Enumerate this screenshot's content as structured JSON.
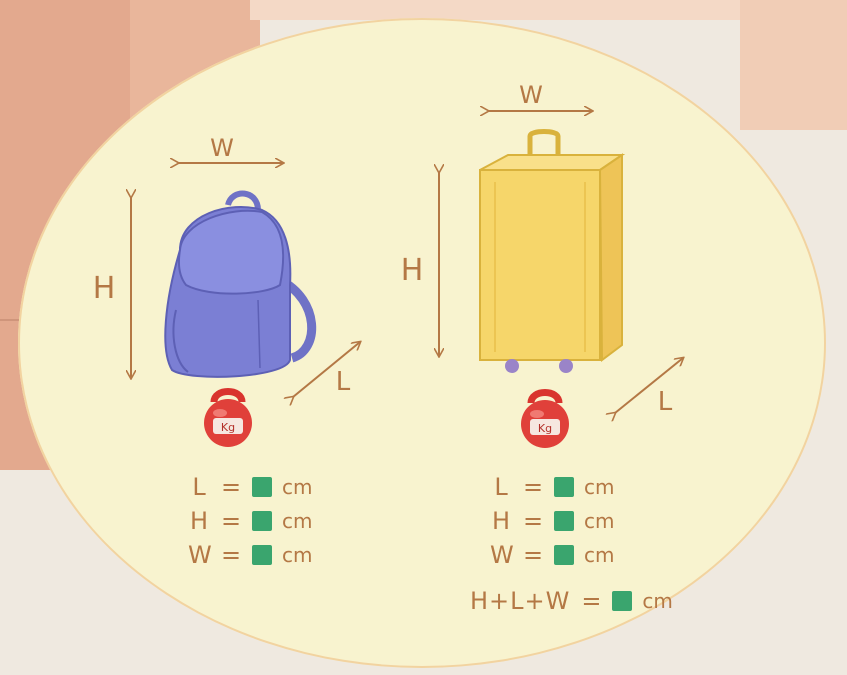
{
  "items": [
    {
      "name": "backpack",
      "dimension_labels": {
        "w": "W",
        "h": "H",
        "l": "L"
      },
      "weight_label": "Kg",
      "equations": [
        {
          "var": "L",
          "op": "=",
          "unit": "cm"
        },
        {
          "var": "H",
          "op": "=",
          "unit": "cm"
        },
        {
          "var": "W",
          "op": "=",
          "unit": "cm"
        }
      ]
    },
    {
      "name": "suitcase",
      "dimension_labels": {
        "w": "W",
        "h": "H",
        "l": "L"
      },
      "weight_label": "Kg",
      "equations": [
        {
          "var": "L",
          "op": "=",
          "unit": "cm"
        },
        {
          "var": "H",
          "op": "=",
          "unit": "cm"
        },
        {
          "var": "W",
          "op": "=",
          "unit": "cm"
        }
      ],
      "sum": {
        "expr": "H+L+W",
        "op": "=",
        "unit": "cm"
      }
    }
  ],
  "colors": {
    "label_brown": "#b47845",
    "answer_box_green": "#3aa56e",
    "backpack_purple": "#7b7fd4",
    "suitcase_yellow": "#f6d66a",
    "kettlebell_red": "#e0403a",
    "oval_fill": "#f8f3cf"
  }
}
